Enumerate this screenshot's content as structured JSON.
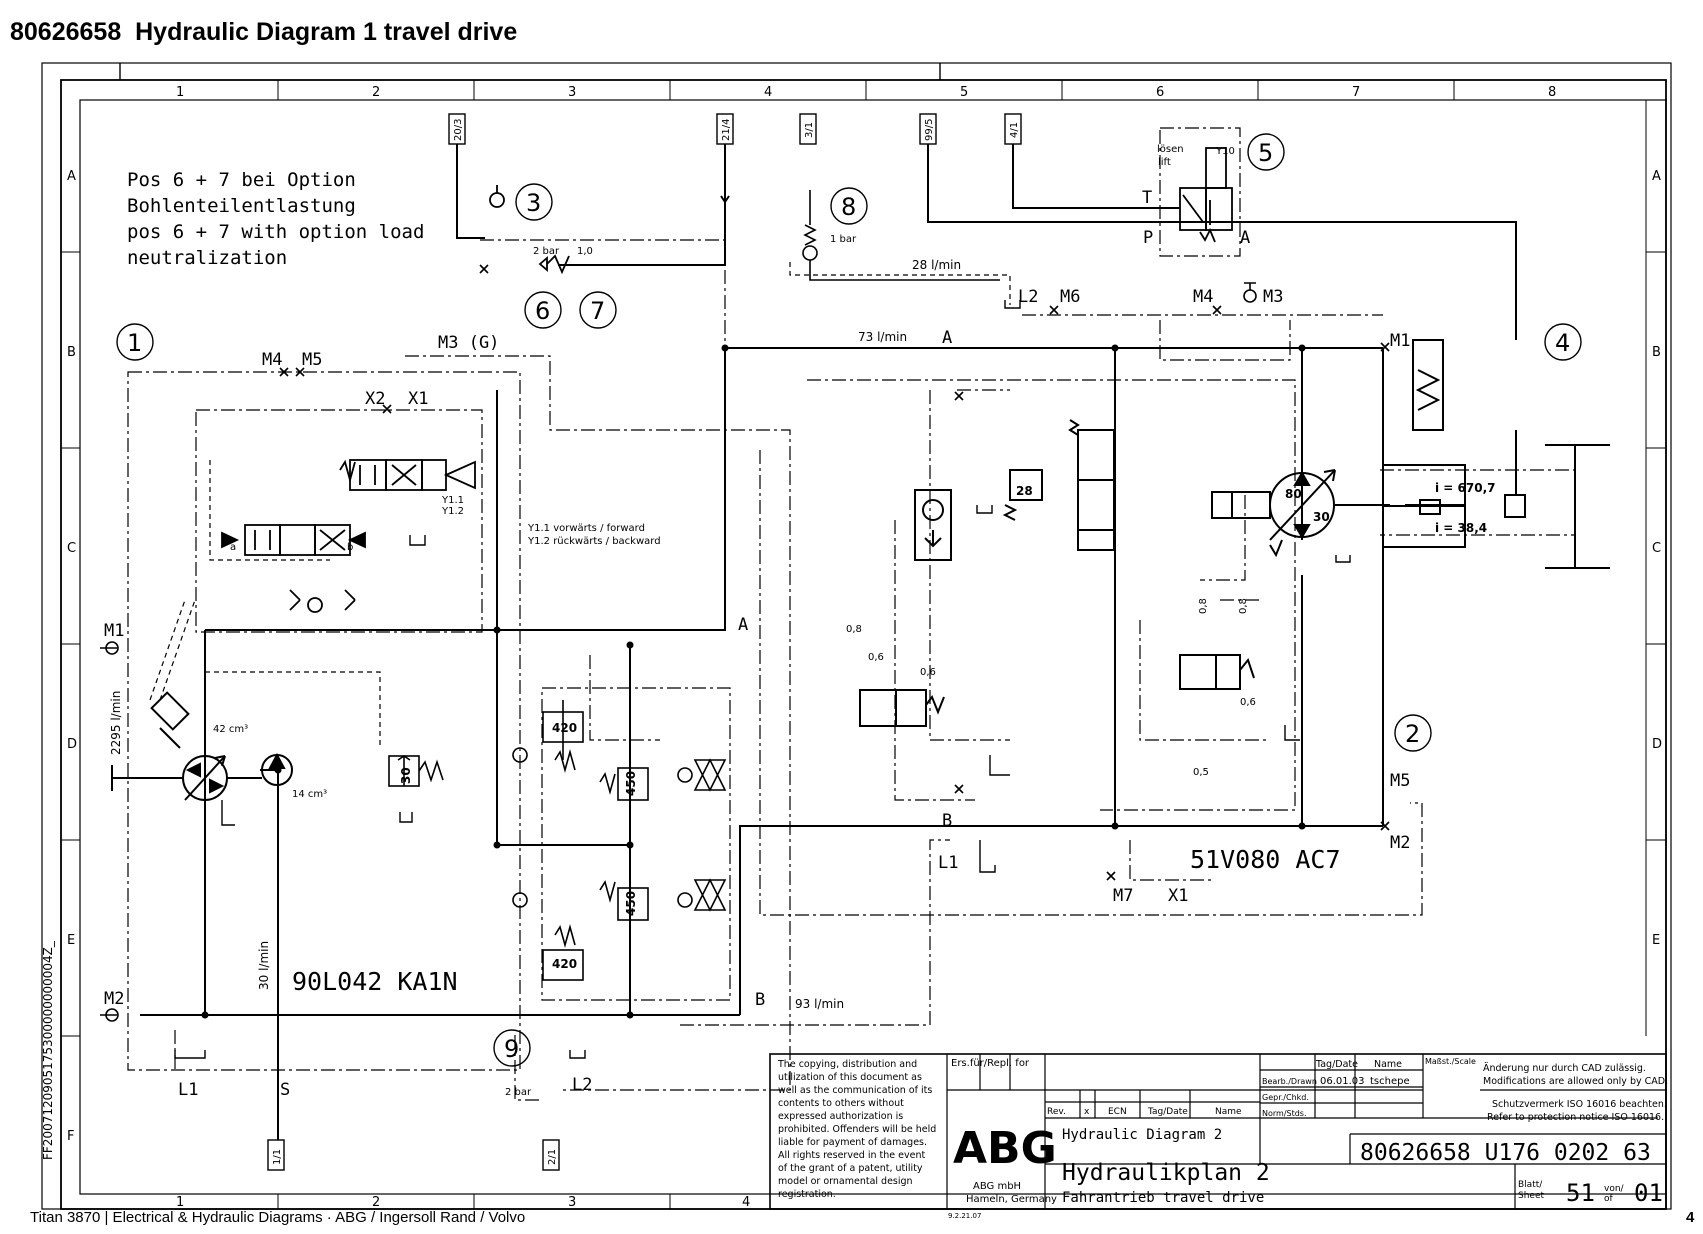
{
  "page_title": "80626658  Hydraulic Diagram 1 travel drive",
  "footer": {
    "left": "Titan 3870  |  Electrical & Hydraulic Diagrams  ·  ABG / Ingersoll Rand / Volvo",
    "page": "4"
  },
  "grid": {
    "columns": [
      "1",
      "2",
      "3",
      "4",
      "5",
      "6",
      "7",
      "8"
    ],
    "rows": [
      "A",
      "B",
      "C",
      "D",
      "E",
      "F"
    ]
  },
  "notes": {
    "option_de1": "Pos 6 + 7  bei Option",
    "option_de2": "Bohlenteilentlastung",
    "option_en1": "pos 6 + 7 with option load",
    "option_en2": "neutralization",
    "y11": "Y1.1 vorwärts / forward",
    "y12": "Y1.2  rückwärts / backward"
  },
  "refs": [
    "20/3",
    "21/4",
    "3/1",
    "99/5",
    "4/1",
    "1/1",
    "2/1"
  ],
  "positions": [
    "1",
    "2",
    "3",
    "4",
    "5",
    "6",
    "7",
    "8",
    "9"
  ],
  "components": {
    "pump": "90L042 KA1N",
    "motor": "51V080 AC7"
  },
  "labels": {
    "M1": "M1",
    "M2": "M2",
    "M3": "M3",
    "M3G": "M3 (G)",
    "M4": "M4",
    "M5": "M5",
    "M6": "M6",
    "M7": "M7",
    "L1": "L1",
    "L2": "L2",
    "S": "S",
    "A": "A",
    "B": "B",
    "P": "P",
    "T": "T",
    "X1": "X1",
    "X2": "X2",
    "Y10": "Y10",
    "Y11": "Y1.1",
    "Y12": "Y1.2",
    "a": "a",
    "b": "b",
    "losen": "lösen",
    "lift": "lift"
  },
  "values": {
    "flow_2295": "2295 l/min",
    "flow_28": "28 l/min",
    "flow_73": "73 l/min",
    "flow_93": "93 l/min",
    "flow_30": "30 l/min",
    "disp_42": "42 cm³",
    "disp_14": "14 cm³",
    "p_2bar": "2 bar",
    "p_1bar": "1 bar",
    "v_10": "1,0",
    "r_420": "420",
    "r_450": "450",
    "r_30": "30",
    "r_28": "28",
    "m_80": "80",
    "m_30": "30",
    "ratio1": "i = 670,7",
    "ratio2": "i = 38,4",
    "o08": "0,8",
    "o06": "0,6",
    "o05": "0,5"
  },
  "title_block": {
    "notice": [
      "The copying, distribution and",
      "utilization of this document as",
      "well as the communication of its",
      "contents to others without",
      "expressed authorization is",
      "prohibited. Offenders will be held",
      "liable for payment of damages.",
      "All rights reserved in the event",
      "of the grant of a patent, utility",
      "model or ornamental design",
      "registration."
    ],
    "ers": "Ers.für/Repl. for",
    "logo": "ABG",
    "company1": "ABG mbH",
    "company2": "Hameln, Germany",
    "date_code": "9.2.21.07",
    "rev": "Rev.",
    "x": "x",
    "ecn": "ECN",
    "tagdatum": "Tag/Date",
    "name": "Name",
    "bearb": "Bearb./Drawn",
    "gepr": "Gepr./Chkd.",
    "norm": "Norm/Stds.",
    "drawn_date": "06.01.03",
    "drawn_name": "tschepe",
    "scale": "Maßst./Scale",
    "cad1": "Änderung nur durch CAD zulässig.",
    "cad2": "Modifications are allowed only by CAD.",
    "iso1": "Schutzvermerk ISO 16016 beachten.",
    "iso2": "Refer to protection notice ISO 16016.",
    "title_en": "Hydraulic Diagram 2",
    "title_de": "Hydraulikplan 2",
    "subtitle": "Fahrantrieb travel drive",
    "drawing_no": "80626658 U176 0202 63",
    "sheet_label1": "Blatt/",
    "sheet_label2": "Sheet",
    "sheet": "51",
    "of_label1": "von/",
    "of_label2": "of",
    "of": "01"
  },
  "side_code": "FF2007120905175300000000004Z_"
}
